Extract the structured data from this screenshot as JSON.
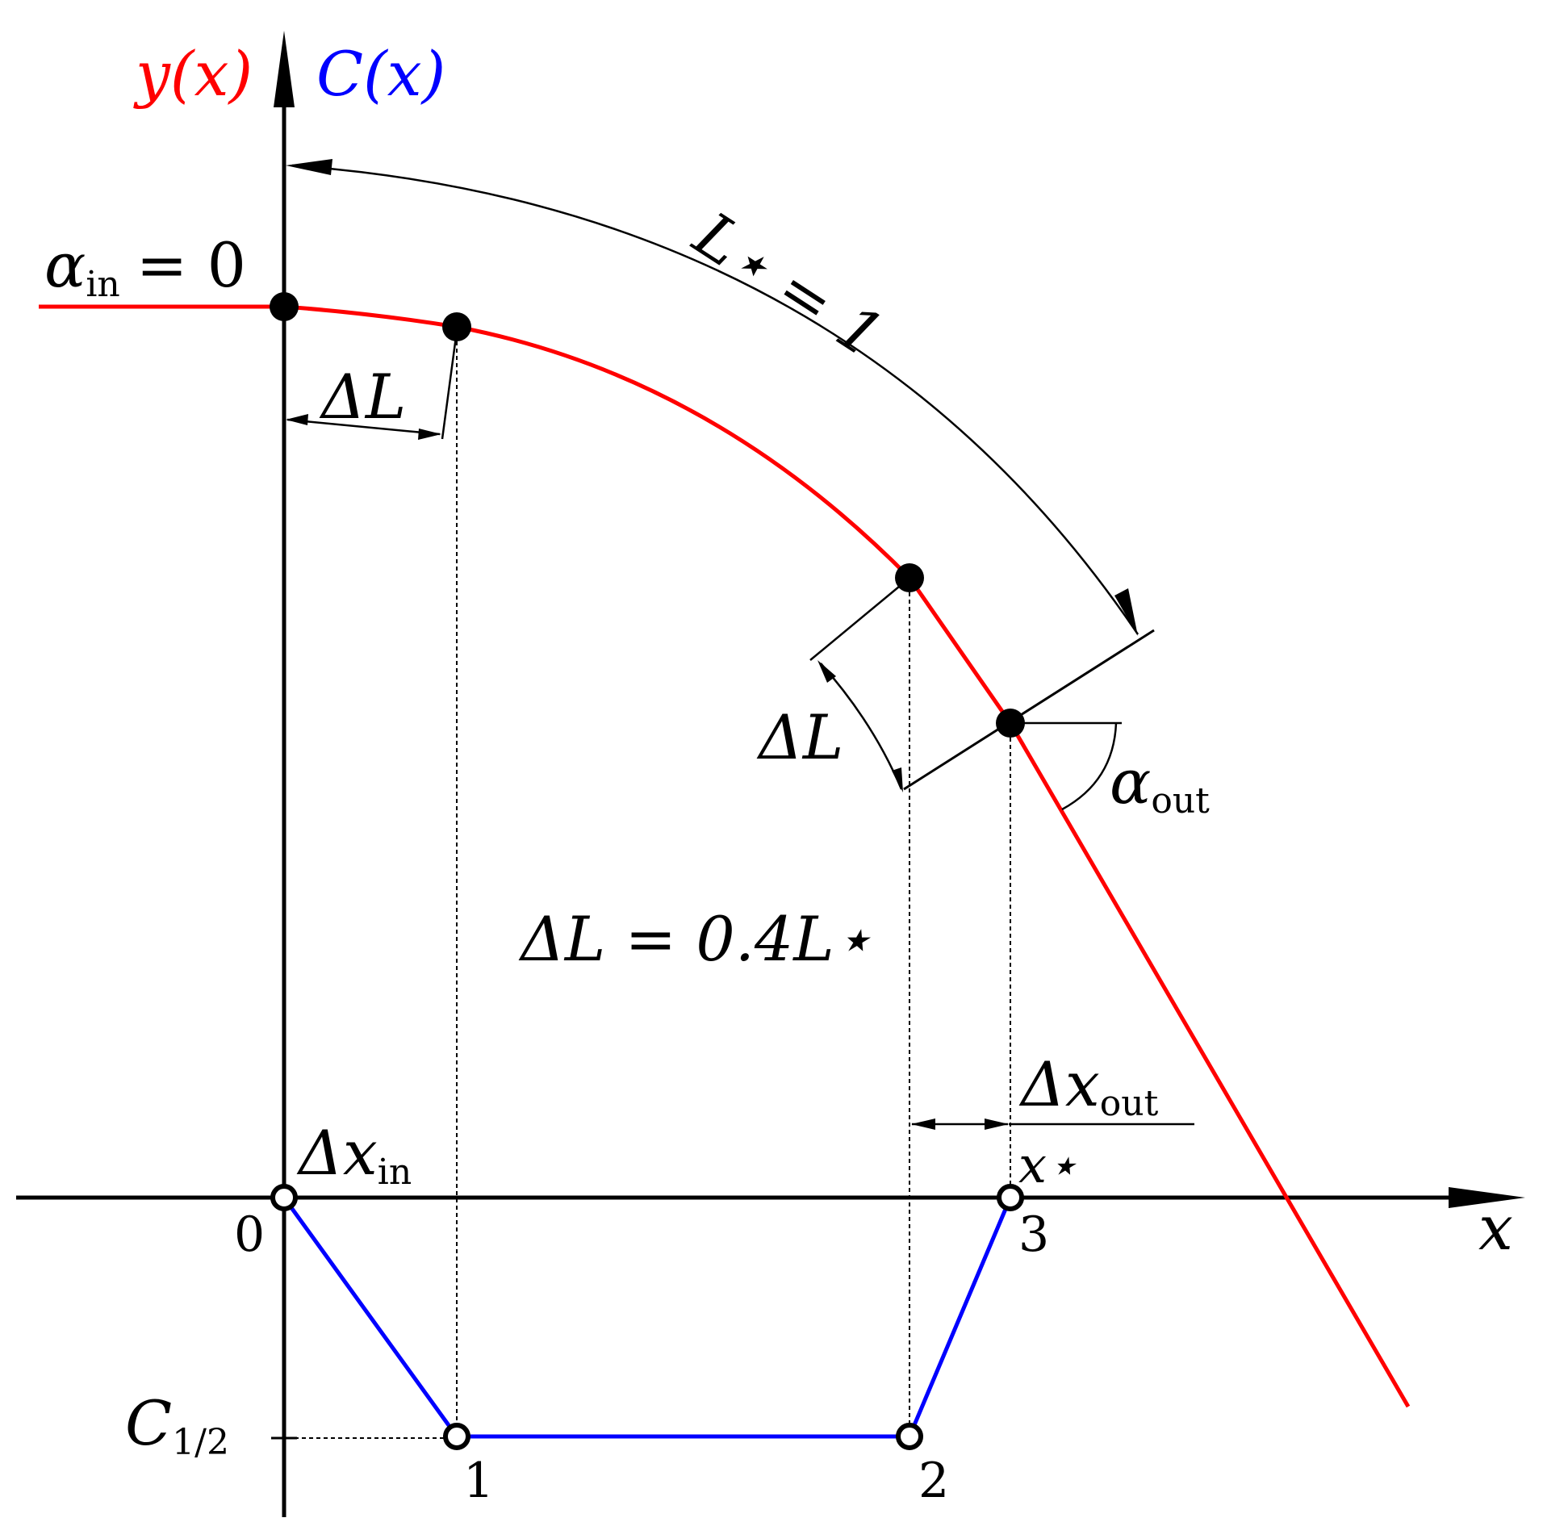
{
  "axes": {
    "y_label": "y(x)",
    "c_label": "C(x)",
    "x_label": "x",
    "y_label_color": "#ff0000",
    "c_label_color": "#0000ff"
  },
  "labels": {
    "alpha_in_sym": "α",
    "alpha_in_sub": "in",
    "alpha_in_eq": "= 0",
    "arc_length": "L⋆ = 1",
    "delta_l_top": "ΔL",
    "delta_l_mid": "ΔL",
    "delta_l_eq": "ΔL = 0.4L⋆",
    "alpha_out_sym": "α",
    "alpha_out_sub": "out",
    "delta_x_in_sym": "Δx",
    "delta_x_in_sub": "in",
    "delta_x_out_sym": "Δx",
    "delta_x_out_sub": "out",
    "x_star": "x⋆",
    "c_half_sym": "C",
    "c_half_sub": "1/2"
  },
  "points": {
    "p0": "0",
    "p1": "1",
    "p2": "2",
    "p3": "3"
  },
  "colors": {
    "curve_y": "#ff0000",
    "curve_c": "#0000ff",
    "ink": "#000000"
  }
}
